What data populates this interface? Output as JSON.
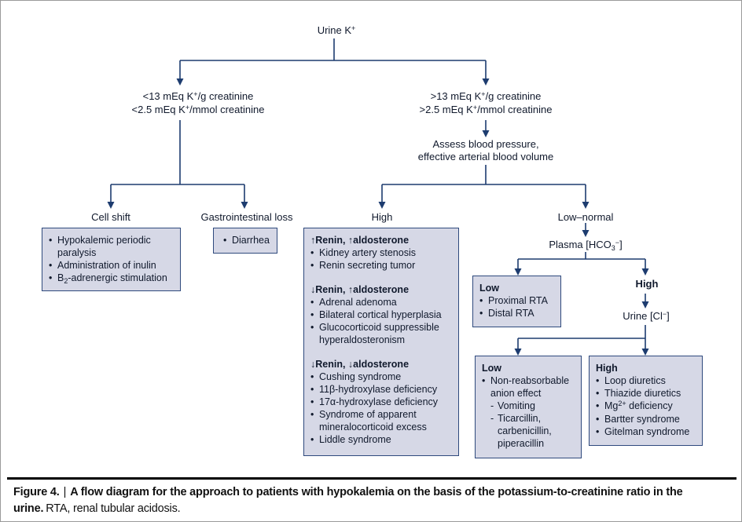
{
  "colors": {
    "line": "#1d3c6f",
    "box_fill": "#d6d8e6",
    "box_border": "#2f4a7d",
    "text": "#10192c"
  },
  "glyphs": {
    "bullet": "•",
    "dash": "-"
  },
  "nodes": {
    "urine_k": {
      "a": "Urine K",
      "sup": "+"
    },
    "left_ratio": {
      "l1a": "<13 mEq K",
      "l1sup": "+",
      "l1b": "/g creatinine",
      "l2a": "<2.5 mEq K",
      "l2sup": "+",
      "l2b": "/mmol creatinine"
    },
    "right_ratio": {
      "l1a": ">13 mEq K",
      "l1sup": "+",
      "l1b": "/g creatinine",
      "l2a": ">2.5 mEq K",
      "l2sup": "+",
      "l2b": "/mmol creatinine"
    },
    "assess": {
      "l1": "Assess blood pressure,",
      "l2": "effective arterial blood volume"
    },
    "labels": {
      "cell_shift": "Cell shift",
      "gi_loss": "Gastrointestinal loss",
      "bp_high": "High",
      "bp_low_normal": "Low–normal",
      "hco3_high": "High"
    },
    "plasma_hco3": {
      "a": "Plasma [HCO",
      "sub": "3",
      "sup": "−",
      "b": "]"
    },
    "urine_cl": {
      "a": "Urine [Cl",
      "sup": "−",
      "b": "]"
    },
    "cell_shift_box": {
      "item1": "Hypokalemic periodic paralysis",
      "item2": "Administration of inulin",
      "item3a": "B",
      "item3sub": "2",
      "item3b": "-adrenergic stimulation"
    },
    "diarrhea_box": {
      "item": "Diarrhea"
    },
    "renin_box": {
      "s1_header": "↑Renin, ↑aldosterone",
      "s1_items": [
        "Kidney artery stenosis",
        "Renin secreting tumor"
      ],
      "s2_header": "↓Renin, ↑aldosterone",
      "s2_items": [
        "Adrenal adenoma",
        "Bilateral cortical hyperplasia",
        "Glucocorticoid suppressible hyperaldosteronism"
      ],
      "s3_header": "↓Renin, ↓aldosterone",
      "s3_items": [
        "Cushing syndrome",
        "11β-hydroxylase deficiency",
        "17α-hydroxylase deficiency",
        "Syndrome of apparent mineralocorticoid excess",
        "Liddle syndrome"
      ]
    },
    "hco3_low_box": {
      "title": "Low",
      "items": [
        "Proximal RTA",
        "Distal RTA"
      ]
    },
    "cl_low_box": {
      "title": "Low",
      "item": "Non-reabsorbable anion effect",
      "subs": [
        "Vomiting",
        "Ticarcillin, carbenicillin, piperacillin"
      ]
    },
    "cl_high_box": {
      "title": "High",
      "i1": "Loop diuretics",
      "i2": "Thiazide diuretics",
      "i3a": "Mg",
      "i3sup": "2+",
      "i3b": " deficiency",
      "i4": "Bartter syndrome",
      "i5": "Gitelman syndrome"
    }
  },
  "caption": {
    "label": "Figure 4.",
    "sep": "|",
    "bold": "A flow diagram for the approach to patients with hypokalemia on the basis of the potassium-to-creatinine ratio in the urine.",
    "rest": "RTA, renal tubular acidosis."
  }
}
